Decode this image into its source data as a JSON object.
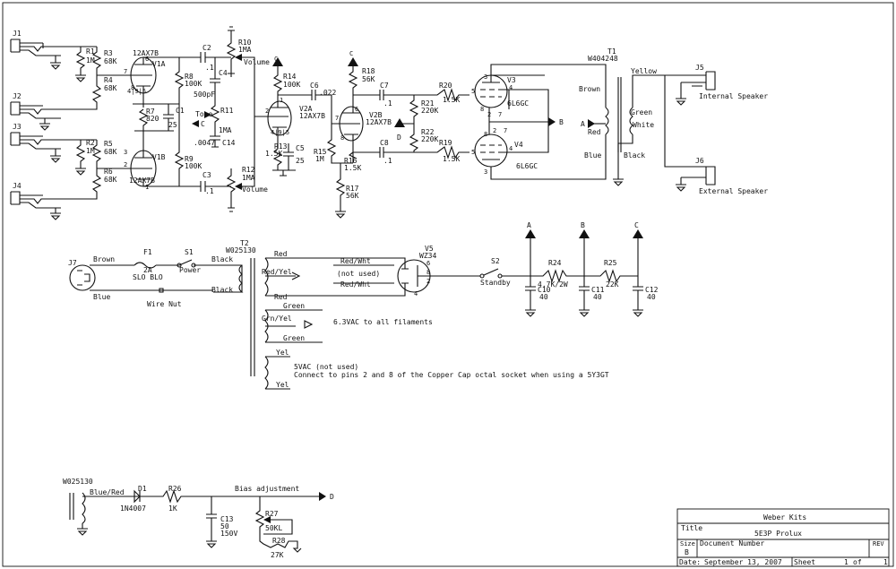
{
  "jacks": {
    "j1": "J1",
    "j2": "J2",
    "j3": "J3",
    "j4": "J4",
    "j5": "J5",
    "j6": "J6",
    "j7": "J7"
  },
  "resistors": {
    "r1": "R1",
    "r1v": "1M",
    "r2": "R2",
    "r2v": "1M",
    "r3": "R3",
    "r3v": "68K",
    "r4": "R4",
    "r4v": "68K",
    "r5": "R5",
    "r5v": "68K",
    "r6": "R6",
    "r6v": "68K",
    "r7": "R7",
    "r7v": "820",
    "r8": "R8",
    "r8v": "100K",
    "r9": "R9",
    "r9v": "100K",
    "r10": "R10",
    "r10v": "1MA",
    "r11": "R11",
    "r11v": "1MA",
    "r12": "R12",
    "r12v": "1MA",
    "r13": "R13",
    "r13v": "1.5K",
    "r14": "R14",
    "r14v": "100K",
    "r15": "R15",
    "r15v": "1M",
    "r16": "R16",
    "r16v": "1.5K",
    "r17": "R17",
    "r17v": "56K",
    "r18": "R18",
    "r18v": "56K",
    "r19": "R19",
    "r19v": "1.5K",
    "r20": "R20",
    "r20v": "1.5K",
    "r21": "R21",
    "r21v": "220K",
    "r22": "R22",
    "r22v": "220K",
    "r24": "R24",
    "r24v": "4.7K/2W",
    "r25": "R25",
    "r25v": "22K",
    "r26": "R26",
    "r26v": "1K",
    "r27": "R27",
    "r27v": "50KL",
    "r28": "R28",
    "r28v": "27K"
  },
  "capacitors": {
    "c1": "C1",
    "c1v": "25",
    "c2": "C2",
    "c2v": ".1",
    "c3": "C3",
    "c3v": ".1",
    "c4": "C4",
    "c4v": "500pF",
    "c5": "C5",
    "c5v": "25",
    "c6": "C6",
    "c6v": ".022",
    "c7": "C7",
    "c7v": ".1",
    "c8": "C8",
    "c8v": ".1",
    "c10": "C10",
    "c10v": "40",
    "c11": "C11",
    "c11v": "40",
    "c12": "C12",
    "c12v": "40",
    "c13": "C13",
    "c13v1": "50",
    "c13v2": "150V",
    "c14": "C14",
    "c14v": ".0047"
  },
  "tubes": {
    "v1a": "V1A",
    "v1b": "V1B",
    "v1type": "12AX7B",
    "v1typeb": "12AX7B",
    "v2a": "V2A",
    "v2atype": "12AX7B",
    "v2b": "V2B",
    "v2btype": "12AX7B",
    "v3": "V3",
    "v3type": "6L6GC",
    "v4": "V4",
    "v4type": "6L6GC",
    "v5": "V5",
    "v5type": "WZ34",
    "pins": {
      "p7": "7",
      "p8": "8",
      "p6": "6",
      "p2": "2",
      "p3": "3",
      "p1": "1",
      "p4": "4",
      "p5": "5",
      "p9": "9",
      "h": "4|9|5"
    }
  },
  "controls": {
    "volume_top": "Volume",
    "volume_bot": "Volume",
    "tone": "Tone",
    "power": "Power",
    "standby": "Standby",
    "bias": "Bias adjustment"
  },
  "transformers": {
    "t1": "T1",
    "t1part": "W404248",
    "t2": "T2",
    "t2part": "W025130",
    "bias_part": "W025130"
  },
  "wires": {
    "yellow": "Yellow",
    "brown": "Brown",
    "green": "Green",
    "white": "White",
    "red": "Red",
    "blue": "Blue",
    "black": "Black",
    "brown2": "Brown",
    "black2": "Black",
    "blue2": "Blue",
    "black3": "Black",
    "t2_red1": "Red",
    "t2_redyel": "Red/Yel",
    "t2_red2": "Red",
    "t2_redwht1": "Red/Wht",
    "t2_redwht2": "Red/Wht",
    "not_used": "(not used)",
    "t2_green1": "Green",
    "t2_grnyel": "Grn/Yel",
    "t2_green2": "Green",
    "filaments": "6.3VAC to all filaments",
    "t2_yel1": "Yel",
    "t2_yel2": "Yel",
    "fivevac": "5VAC (not used)",
    "copper_note": "Connect to pins 2 and 8 of the Copper Cap octal socket when using a 5Y3GT",
    "blue_red": "Blue/Red",
    "wire_nut": "Wire Nut"
  },
  "speakers": {
    "internal": "Internal Speaker",
    "external": "External Speaker"
  },
  "fuse": {
    "name": "F1",
    "rating": "2A",
    "type": "SLO BLO",
    "switch1": "S1",
    "switch2": "S2"
  },
  "diode": {
    "name": "D1",
    "part": "1N4007"
  },
  "nodes": {
    "a": "A",
    "b": "B",
    "c": "C",
    "d": "D"
  },
  "title_block": {
    "company": "Weber Kits",
    "title_label": "Title",
    "title": "5E3P  Prolux",
    "size_label": "Size",
    "size": "B",
    "docnum_label": "Document Number",
    "rev_label": "REV",
    "date_label": "Date:",
    "date": "September 13, 2007",
    "sheet_label": "Sheet",
    "sheet": "1",
    "of_label": "of",
    "sheets": "1"
  }
}
